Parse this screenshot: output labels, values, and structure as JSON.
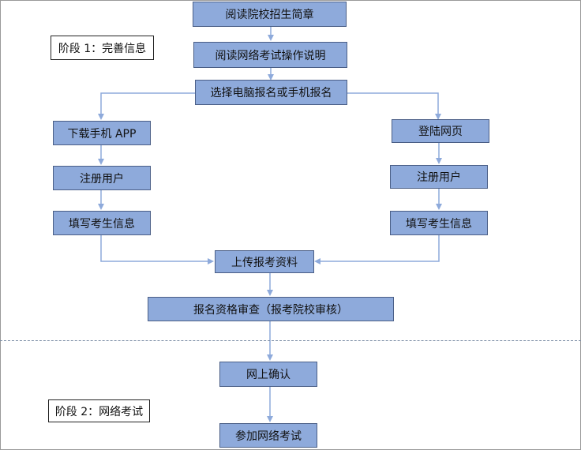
{
  "stages": {
    "stage1": "阶段 1：完善信息",
    "stage2": "阶段 2：网络考试"
  },
  "steps": {
    "read_brochure": "阅读院校招生简章",
    "read_instructions": "阅读网络考试操作说明",
    "choose_method": "选择电脑报名或手机报名",
    "download_app": "下载手机 APP",
    "login_web": "登陆网页",
    "register_left": "注册用户",
    "register_right": "注册用户",
    "fill_info_left": "填写考生信息",
    "fill_info_right": "填写考生信息",
    "upload_materials": "上传报考资料",
    "qualification_review": "报名资格审查（报考院校审核）",
    "online_confirm": "网上确认",
    "online_exam": "参加网络考试"
  },
  "colors": {
    "box_fill": "#8eaadb",
    "box_border": "#4a5e86",
    "arrow": "#8eaadb",
    "divider": "#7d8ea6"
  }
}
